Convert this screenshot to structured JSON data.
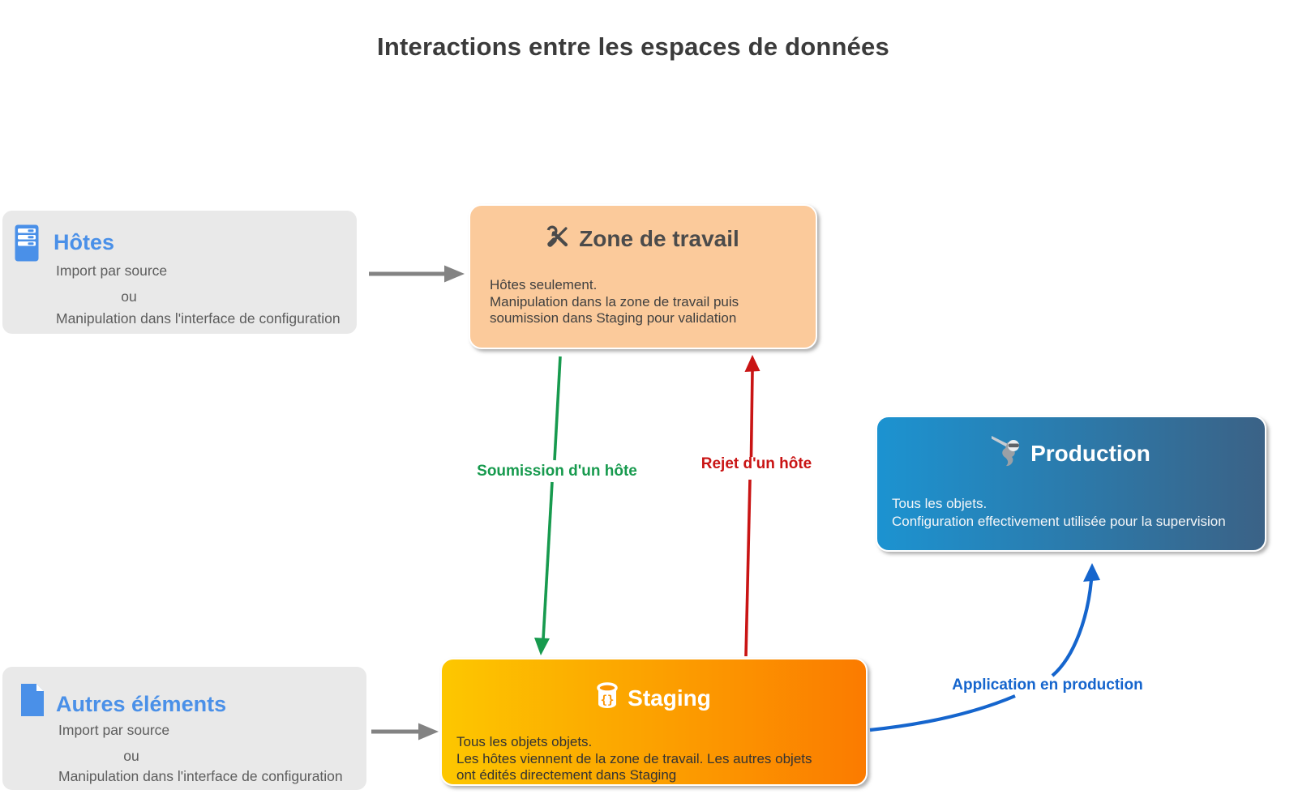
{
  "title": "Interactions entre les espaces de données",
  "nodes": {
    "hotes": {
      "icon": "server-icon",
      "title": "Hôtes",
      "lines": [
        "Import par source",
        "ou",
        "Manipulation dans l'interface de configuration"
      ]
    },
    "autres": {
      "icon": "document-icon",
      "title": "Autres éléments",
      "lines": [
        "Import par source",
        "ou",
        "Manipulation dans l'interface de configuration"
      ]
    },
    "zone": {
      "icon": "tools-icon",
      "title": "Zone de travail",
      "lines": [
        "Hôtes seulement.",
        "Manipulation dans la zone de travail puis",
        "soumission dans Staging pour validation"
      ]
    },
    "staging": {
      "icon": "database-icon",
      "title": "Staging",
      "lines": [
        "Tous les objets objets.",
        "Les hôtes viennent de la zone de travail. Les autres objets",
        "ont édités directement dans Staging"
      ]
    },
    "production": {
      "icon": "ninja-icon",
      "title": "Production",
      "lines": [
        "Tous les objets.",
        "Configuration effectivement utilisée pour la supervision"
      ]
    }
  },
  "edges": {
    "soumission": {
      "label": "Soumission d'un hôte",
      "color": "#179a4e"
    },
    "rejet": {
      "label": "Rejet d'un hôte",
      "color": "#c91414"
    },
    "application": {
      "label": "Application en production",
      "color": "#1565cd"
    }
  },
  "colors": {
    "accent_blue": "#4a90e8",
    "gray_box": "#e9e9e9",
    "zone_fill": "#fbca9b",
    "staging_gradient_start": "#fdc700",
    "staging_gradient_end": "#fb7b00",
    "production_gradient_start": "#1c93d1",
    "production_gradient_end": "#3b6286",
    "arrow_gray": "#838383",
    "title_text": "#3b3b3b"
  }
}
